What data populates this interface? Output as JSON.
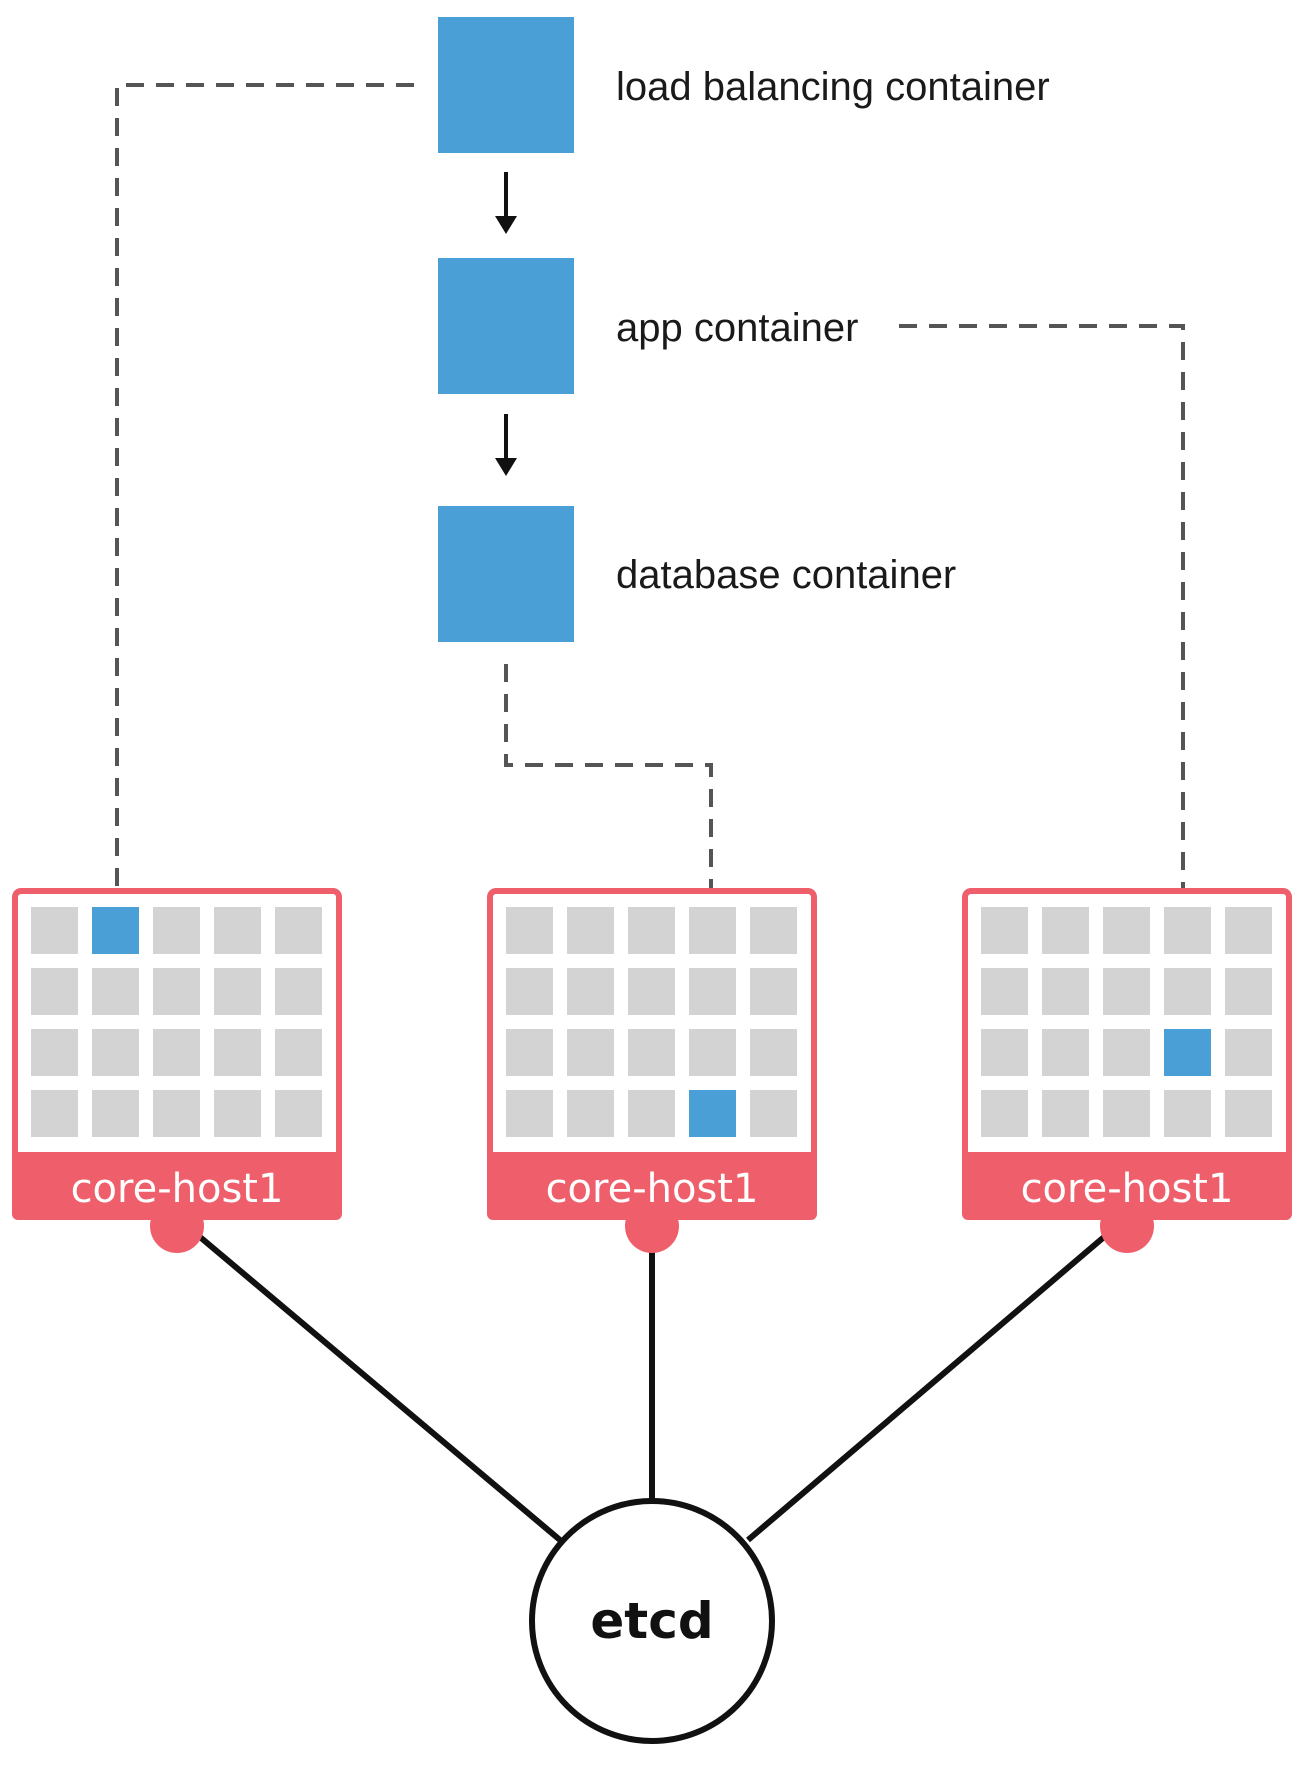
{
  "containers": [
    {
      "id": "lb",
      "label": "load balancing container"
    },
    {
      "id": "app",
      "label": "app container"
    },
    {
      "id": "db",
      "label": "database container"
    }
  ],
  "hosts": [
    {
      "label": "core-host1",
      "grid": {
        "rows": 4,
        "cols": 5
      },
      "active_cell": {
        "row": 1,
        "col": 2
      }
    },
    {
      "label": "core-host1",
      "grid": {
        "rows": 4,
        "cols": 5
      },
      "active_cell": {
        "row": 4,
        "col": 4
      }
    },
    {
      "label": "core-host1",
      "grid": {
        "rows": 4,
        "cols": 5
      },
      "active_cell": {
        "row": 3,
        "col": 4
      }
    }
  ],
  "etcd": {
    "label": "etcd"
  },
  "colors": {
    "container": "#4a9fd6",
    "host_border": "#ef5f6b",
    "cell": "#d3d3d3",
    "active_cell": "#4a9fd6",
    "line": "#111111",
    "dashed": "#555555"
  }
}
